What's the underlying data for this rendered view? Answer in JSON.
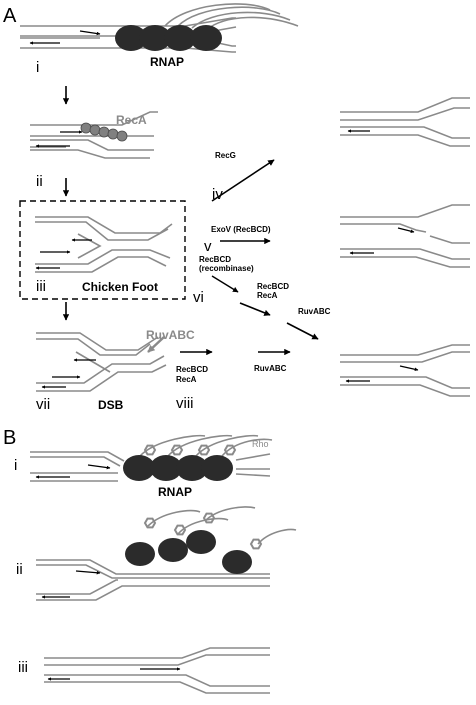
{
  "panels": {
    "a": "A",
    "b": "B"
  },
  "steps": {
    "a_i": "i",
    "a_ii": "ii",
    "a_iii": "iii",
    "a_iv": "iv",
    "a_v": "v",
    "a_vi": "vi",
    "a_vii": "vii",
    "a_viii": "viii",
    "b_i": "i",
    "b_ii": "ii",
    "b_iii": "iii"
  },
  "labels": {
    "rnap_a": "RNAP",
    "reca": "RecA",
    "chicken_foot": "Chicken Foot",
    "recg": "RecG",
    "exov": "ExoV (RecBCD)",
    "recbcd_recombinase_1": "RecBCD",
    "recbcd_recombinase_2": "(recombinase)",
    "recbcd_reca_mid_1": "RecBCD",
    "recbcd_reca_mid_2": "RecA",
    "ruvabc_mid": "RuvABC",
    "ruvabc_gray": "RuvABC",
    "dsb": "DSB",
    "recbcd_reca_low_1": "RecBCD",
    "recbcd_reca_low_2": "RecA",
    "ruvabc_low": "RuvABC",
    "rnap_b": "RNAP",
    "rho": "Rho"
  },
  "colors": {
    "strand": "#8a8a8a",
    "rnap": "#2b2b2b",
    "reca": "#808080",
    "rho": "#8a8a8a",
    "arrow": "#000000"
  }
}
